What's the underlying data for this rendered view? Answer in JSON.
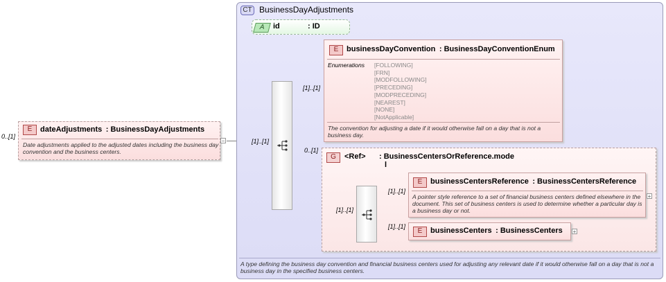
{
  "root": {
    "cardinality": "0..[1]",
    "badge": "E",
    "title": "dateAdjustments : BusinessDayAdjustments",
    "doc": "Date adjustments applied to the adjusted dates including the business day convention and the business centers.",
    "collapse_symbol": "−"
  },
  "complex_type": {
    "badge": "CT",
    "title": "BusinessDayAdjustments",
    "doc": "A type defining the business day convention and financial business centers used for adjusting any relevant date if it would otherwise fall on a day that is not a business day in the specified business centers."
  },
  "attribute": {
    "badge": "A",
    "name": "id",
    "type": ": ID"
  },
  "sequence_outer": {
    "cardinality": "[1]..[1]"
  },
  "convention": {
    "cardinality": "[1]..[1]",
    "badge": "E",
    "title": "businessDayConvention : BusinessDayConventionEnum",
    "enum_label": "Enumerations",
    "enums": [
      "[FOLLOWING]",
      "[FRN]",
      "[MODFOLLOWING]",
      "[PRECEDING]",
      "[MODPRECEDING]",
      "[NEAREST]",
      "[NONE]",
      "[NotApplicable]"
    ],
    "doc": "The convention for adjusting a date if it would otherwise fall on a day that is not a business day."
  },
  "group": {
    "cardinality": "0..[1]",
    "badge": "G",
    "ref_label": "<Ref>",
    "title": ": BusinessCentersOrReference.mode",
    "title_line2": "l"
  },
  "sequence_inner": {
    "cardinality": "[1]..[1]"
  },
  "centers_reference": {
    "cardinality": "[1]..[1]",
    "badge": "E",
    "title": "businessCentersReference : BusinessCentersReference",
    "doc": "A pointer style reference to a set of financial business centers defined elsewhere in the document. This set of business centers is used to determine whether a particular day is a business day or not.",
    "expand_symbol": "+"
  },
  "centers": {
    "cardinality": "[1]..[1]",
    "badge": "E",
    "title": "businessCenters : BusinessCenters",
    "expand_symbol": "+"
  }
}
